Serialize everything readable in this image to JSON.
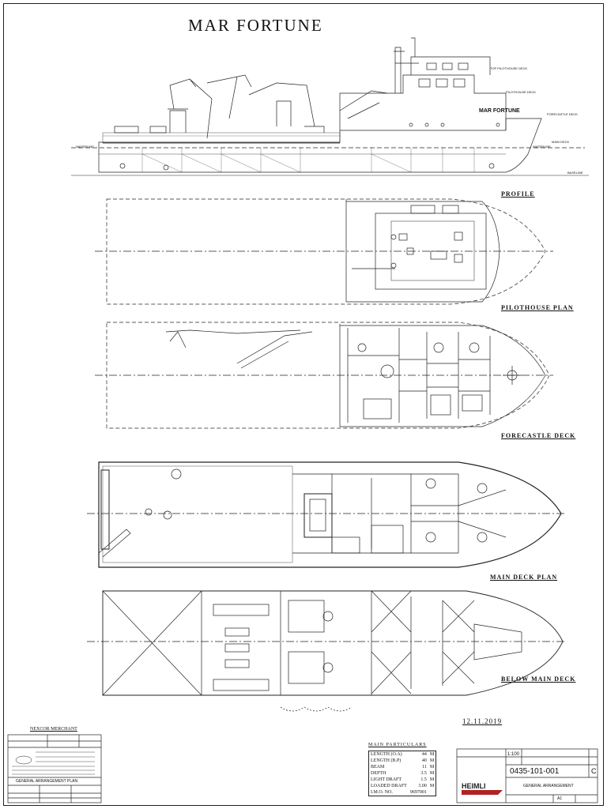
{
  "title": "MAR FORTUNE",
  "hull_name": "MAR FORTUNE",
  "views": {
    "profile": "PROFILE",
    "pilothouse": "PILOTHOUSE PLAN",
    "forecastle": "FORECASTLE DECK",
    "main_deck": "MAIN DECK PLAN",
    "below_main": "BELOW MAIN DECK"
  },
  "profile_labels": {
    "top_pilothouse": "TOP PILOTHOUSE DECK",
    "pilothouse": "PILOTHOUSE DECK",
    "forecastle": "FORECASTLE DECK",
    "main_deck": "MAIN DECK",
    "waterline_aft": "WATERLINE",
    "waterline_fwd": "WATERLINE",
    "baseline": "BASELINE"
  },
  "date": "12.11.2019",
  "vessel_class": "NEXCOR MERCHANT",
  "left_block": {
    "drawing_title": "GENERAL ARRANGEMENT PLAN"
  },
  "main_particulars": {
    "heading": "MAIN PARTICULARS",
    "rows": [
      {
        "k": "LENGTH (O.A)",
        "v": "44",
        "u": "M"
      },
      {
        "k": "LENGTH (B.P)",
        "v": "40",
        "u": "M"
      },
      {
        "k": "BEAM",
        "v": "11",
        "u": "M"
      },
      {
        "k": "DEPTH",
        "v": "3.5",
        "u": "M"
      },
      {
        "k": "LIGHT DRAFT",
        "v": "1.5",
        "u": "M"
      },
      {
        "k": "LOADED DRAFT",
        "v": "3.00",
        "u": "M"
      },
      {
        "k": "I.M.O. NO.",
        "v": "9697001",
        "u": ""
      }
    ]
  },
  "title_block": {
    "company": "HEIMLI",
    "scale": "1:100",
    "drawing_no": "0435-101-001",
    "revision": "C",
    "drawing_title": "GENERAL ARRANGEMENT",
    "size": "A1"
  },
  "colors": {
    "line": "#222222",
    "brand_red": "#b22222"
  }
}
